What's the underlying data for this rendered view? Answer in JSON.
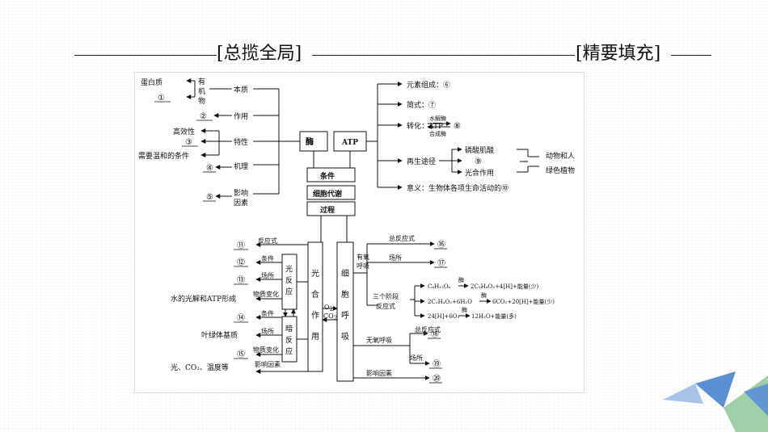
{
  "header": {
    "section_left": "[总揽全局]",
    "section_right": "[精要填充]"
  },
  "diagram": {
    "enzyme": {
      "center": "酶",
      "props": [
        "本质",
        "作用",
        "特性",
        "机理",
        "影响因素"
      ],
      "protein": "蛋白质",
      "organic": "有机物",
      "blank1": "①",
      "blank2": "②",
      "efficiency": "高效性",
      "blank3": "③",
      "mild": "需要温和的条件",
      "blank4": "④",
      "blank5": "⑤"
    },
    "atp": {
      "center": "ATP",
      "elements": "元素组成：⑥",
      "formula": "简式：⑦",
      "convert_prefix": "转化：ATP",
      "hydrolase": "水解酶",
      "synthase": "合成酶",
      "blank8": "⑧",
      "regen": "再生途径",
      "creatine": "磷酸肌酸",
      "blank9": "⑨",
      "photo": "光合作用",
      "animals": "动物和人",
      "plants": "绿色植物",
      "meaning": "意义：生物体各项生命活动的⑩"
    },
    "middle": {
      "conditions": "条件",
      "metabolism": "细胞代谢",
      "process": "过程"
    },
    "photosynthesis": {
      "label": "光合作用",
      "light": "光反应",
      "dark": "暗反应",
      "o2": "O",
      "o2_sub": "2",
      "co2": "CO",
      "co2_sub": "2",
      "reaction_eq": "反应式",
      "condition": "条件",
      "place": "场所",
      "change": "物质变化",
      "factors": "影响因素",
      "water_split": "水的光解和ATP形成",
      "stroma": "叶绿体基质",
      "env": "光、CO₂、温度等",
      "b11": "⑪",
      "b12": "⑫",
      "b13": "⑬",
      "b14": "⑭",
      "b15": "⑮"
    },
    "respiration": {
      "label": "细胞呼吸",
      "aerobic": "有氧呼吸",
      "total_eq": "总反应式",
      "place": "场所",
      "three_stages": "三个阶段",
      "reaction_eq": "反应式",
      "eq1_left": "C₆H₁₂O₆",
      "eq1_right": "2C₃H₄O₃+4[H]+能量(少)",
      "eq2_left": "2C₃H₄O₃+6H₂O",
      "eq2_right": "6CO₂+20[H]+能量(少)",
      "eq3_left": "24[H]+6O₂",
      "eq3_right": "12H₂O+能量(多)",
      "enzyme": "酶",
      "anaerobic": "无氧呼吸",
      "factors": "影响因素",
      "b16": "⑯",
      "b17": "⑰",
      "b18": "⑱",
      "b19": "⑲",
      "b20": "⑳"
    }
  },
  "colors": {
    "line": "#111111",
    "deco_blue": "#5b8fd4",
    "deco_light": "#a7c3e8",
    "deco_green": "#8fc89a"
  }
}
